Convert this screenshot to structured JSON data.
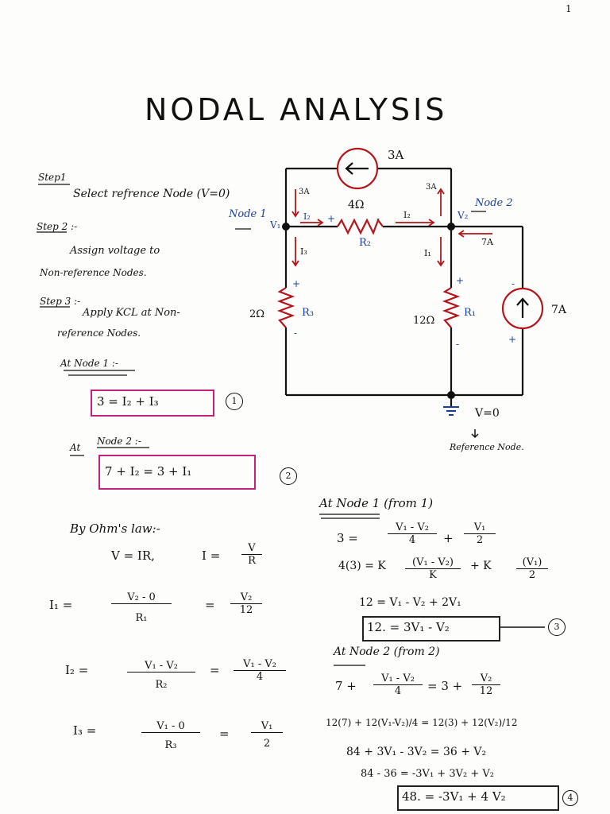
{
  "page_marker": "1",
  "title": "NODAL ANALYSIS",
  "steps": [
    {
      "label": "Step1",
      "text": "Select refrence Node (V=0)"
    },
    {
      "label": "Step 2 :-",
      "text_line1": "Assign  voltage  to",
      "text_line2": "Non-reference Nodes."
    },
    {
      "label": "Step 3 :-",
      "text_line1": "Apply  KCL  at  Non-",
      "text_line2": "reference  Nodes."
    }
  ],
  "circuit": {
    "source_top": "3A",
    "source_right": "7A",
    "resistor_top_value": "4Ω",
    "resistor_top_name": "R₂",
    "resistor_left_value": "2Ω",
    "resistor_left_name": "R₃",
    "resistor_mid_value": "12Ω",
    "resistor_mid_name": "R₁",
    "node1_label": "Node 1",
    "node1_v": "V₁",
    "node2_label": "Node 2",
    "node2_v": "V₂",
    "i_left_top": "3A",
    "i_right_top": "3A",
    "i2_left": "I₂",
    "i2_right": "I₂",
    "i3": "I₃",
    "i1": "I₁",
    "i_7a": "7A",
    "ground_v": "V=0",
    "ref_label": "Reference Node.",
    "plus": "+",
    "minus": "-"
  },
  "node_equations": {
    "node1_heading": "At Node 1 :-",
    "eq1": "3 = I₂ + I₃",
    "eq1_tag": "1",
    "node2_heading_at": "At",
    "node2_heading": "Node 2 :-",
    "eq2": "7 + I₂ = 3 + I₁",
    "eq2_tag": "2"
  },
  "ohms": {
    "heading": "By Ohm's law:-",
    "v_eq": "V = IR,",
    "i_eq_lhs": "I =",
    "i_eq_num": "V",
    "i_eq_den": "R",
    "i1_lhs": "I₁   =",
    "i1_num": "V₂ - 0",
    "i1_den": "R₁",
    "i1_eq": "=",
    "i1_r_num": "V₂",
    "i1_r_den": "12",
    "i2_lhs": "I₂   =",
    "i2_num": "V₁ - V₂",
    "i2_den": "R₂",
    "i2_eq": "=",
    "i2_r_num": "V₁ - V₂",
    "i2_r_den": "4",
    "i3_lhs": "I₃   =",
    "i3_num": "V₁ - 0",
    "i3_den": "R₃",
    "i3_eq": "=",
    "i3_r_num": "V₁",
    "i3_r_den": "2"
  },
  "solve1": {
    "heading": "At Node 1 (from 1)",
    "l1_lhs": "3 =",
    "l1_f1_num": "V₁ - V₂",
    "l1_f1_den": "4",
    "l1_plus": "+",
    "l1_f2_num": "V₁",
    "l1_f2_den": "2",
    "l2_lhs": "4(3) = K",
    "l2_num": "(V₁ - V₂)",
    "l2_den": "K",
    "l2_plus": "+   K",
    "l2_num2": "(V₁)",
    "l2_den2": "2",
    "l3": "12 = V₁ - V₂ + 2V₁",
    "l4": "12. = 3V₁ - V₂",
    "l4_tag": "3"
  },
  "solve2": {
    "heading": "At Node 2 (from 2)",
    "l1_lhs": "7 +",
    "l1_num": "V₁ - V₂",
    "l1_den": "4",
    "l1_mid": "= 3 +",
    "l1_num2": "V₂",
    "l1_den2": "12",
    "l2": "12(7) + 12(V₁-V₂)/4 = 12(3) + 12(V₂)/12",
    "l3": "84 + 3V₁ - 3V₂ = 36 + V₂",
    "l4": "84 - 36   = -3V₁ + 3V₂ + V₂",
    "l5": "48. = -3V₁ + 4 V₂",
    "l5_tag": "4"
  }
}
